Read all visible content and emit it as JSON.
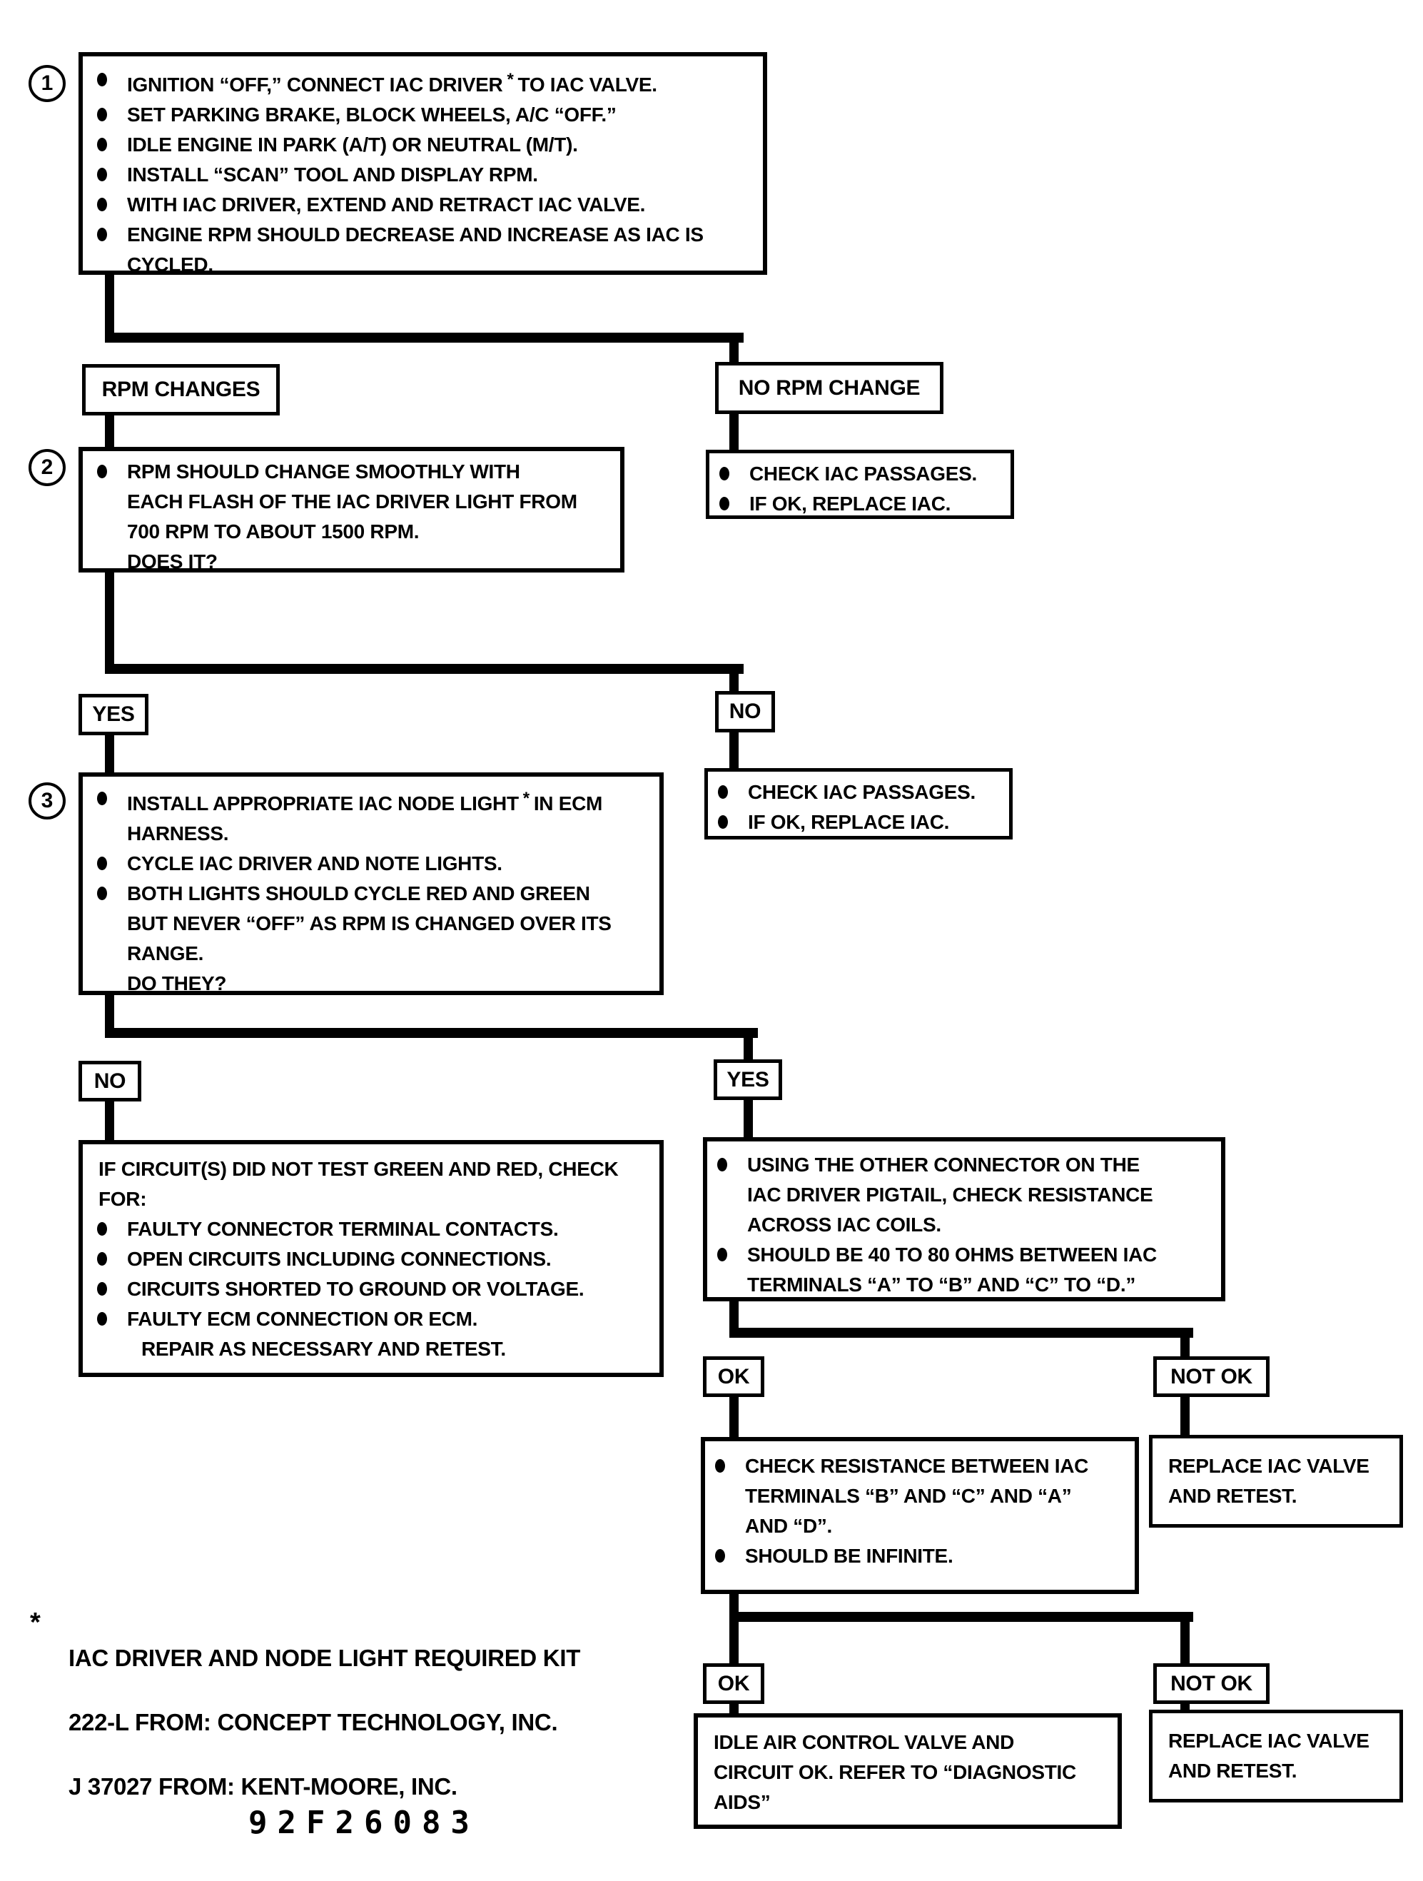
{
  "colors": {
    "ink": "#000000",
    "paper": "#ffffff"
  },
  "step1": {
    "number": "1",
    "bullets": [
      {
        "pre": "IGNITION “OFF,” CONNECT IAC DRIVER",
        "star": "*",
        "post": "TO IAC VALVE."
      },
      {
        "pre": "SET PARKING BRAKE, BLOCK WHEELS, A/C “OFF.”"
      },
      {
        "pre": "IDLE ENGINE IN PARK (A/T) OR NEUTRAL (M/T)."
      },
      {
        "pre": "INSTALL “SCAN” TOOL AND DISPLAY RPM."
      },
      {
        "pre": "WITH IAC DRIVER, EXTEND AND RETRACT IAC VALVE."
      },
      {
        "pre": "ENGINE RPM SHOULD DECREASE AND INCREASE AS IAC IS\nCYCLED."
      }
    ]
  },
  "branch1": {
    "left": "RPM CHANGES",
    "right": "NO RPM CHANGE"
  },
  "check_iac": {
    "bullets": [
      "CHECK IAC PASSAGES.",
      "IF OK, REPLACE IAC."
    ]
  },
  "step2": {
    "number": "2",
    "bullets": [
      {
        "pre": "RPM SHOULD CHANGE SMOOTHLY WITH\nEACH FLASH OF THE IAC DRIVER LIGHT FROM\n700 RPM TO ABOUT 1500 RPM."
      }
    ],
    "question": "DOES IT?"
  },
  "branch2": {
    "left": "YES",
    "right": "NO"
  },
  "step3": {
    "number": "3",
    "bullets": [
      {
        "pre": "INSTALL APPROPRIATE IAC NODE LIGHT",
        "star": "*",
        "post": "IN ECM\nHARNESS."
      },
      {
        "pre": "CYCLE IAC DRIVER AND NOTE LIGHTS."
      },
      {
        "pre": "BOTH LIGHTS SHOULD CYCLE RED AND GREEN\nBUT NEVER “OFF” AS RPM IS CHANGED OVER ITS\nRANGE."
      }
    ],
    "question": "DO THEY?"
  },
  "branch3": {
    "left": "NO",
    "right": "YES"
  },
  "circuit_check": {
    "intro": "IF CIRCUIT(S) DID NOT TEST GREEN AND RED, CHECK\nFOR:",
    "bullets": [
      "FAULTY CONNECTOR TERMINAL CONTACTS.",
      "OPEN CIRCUITS INCLUDING CONNECTIONS.",
      "CIRCUITS SHORTED TO GROUND OR VOLTAGE.",
      "FAULTY ECM CONNECTION OR ECM."
    ],
    "closing": "REPAIR AS NECESSARY AND RETEST."
  },
  "resistance_check": {
    "bullets": [
      "USING THE OTHER CONNECTOR ON THE\nIAC DRIVER PIGTAIL, CHECK RESISTANCE\nACROSS IAC COILS.",
      "SHOULD BE 40 TO 80 OHMS BETWEEN IAC\nTERMINALS “A” TO “B” AND “C” TO “D.”"
    ]
  },
  "branch4": {
    "left": "OK",
    "right": "NOT OK"
  },
  "infinite_check": {
    "bullets": [
      "CHECK RESISTANCE BETWEEN IAC\nTERMINALS “B” AND “C” AND “A”\nAND “D”.",
      "SHOULD BE INFINITE."
    ]
  },
  "replace_iac": {
    "text": "REPLACE IAC VALVE\nAND RETEST."
  },
  "branch5": {
    "left": "OK",
    "right": "NOT OK"
  },
  "idle_ok": {
    "text": "IDLE AIR CONTROL VALVE AND\nCIRCUIT OK.  REFER TO “DIAGNOSTIC\nAIDS”"
  },
  "footnote": {
    "marker": "*",
    "line1": "IAC DRIVER AND NODE LIGHT REQUIRED KIT",
    "line2": "222-L FROM:  CONCEPT TECHNOLOGY, INC.",
    "line3": "J 37027 FROM:  KENT-MOORE, INC."
  },
  "figure_code": "92F26083"
}
